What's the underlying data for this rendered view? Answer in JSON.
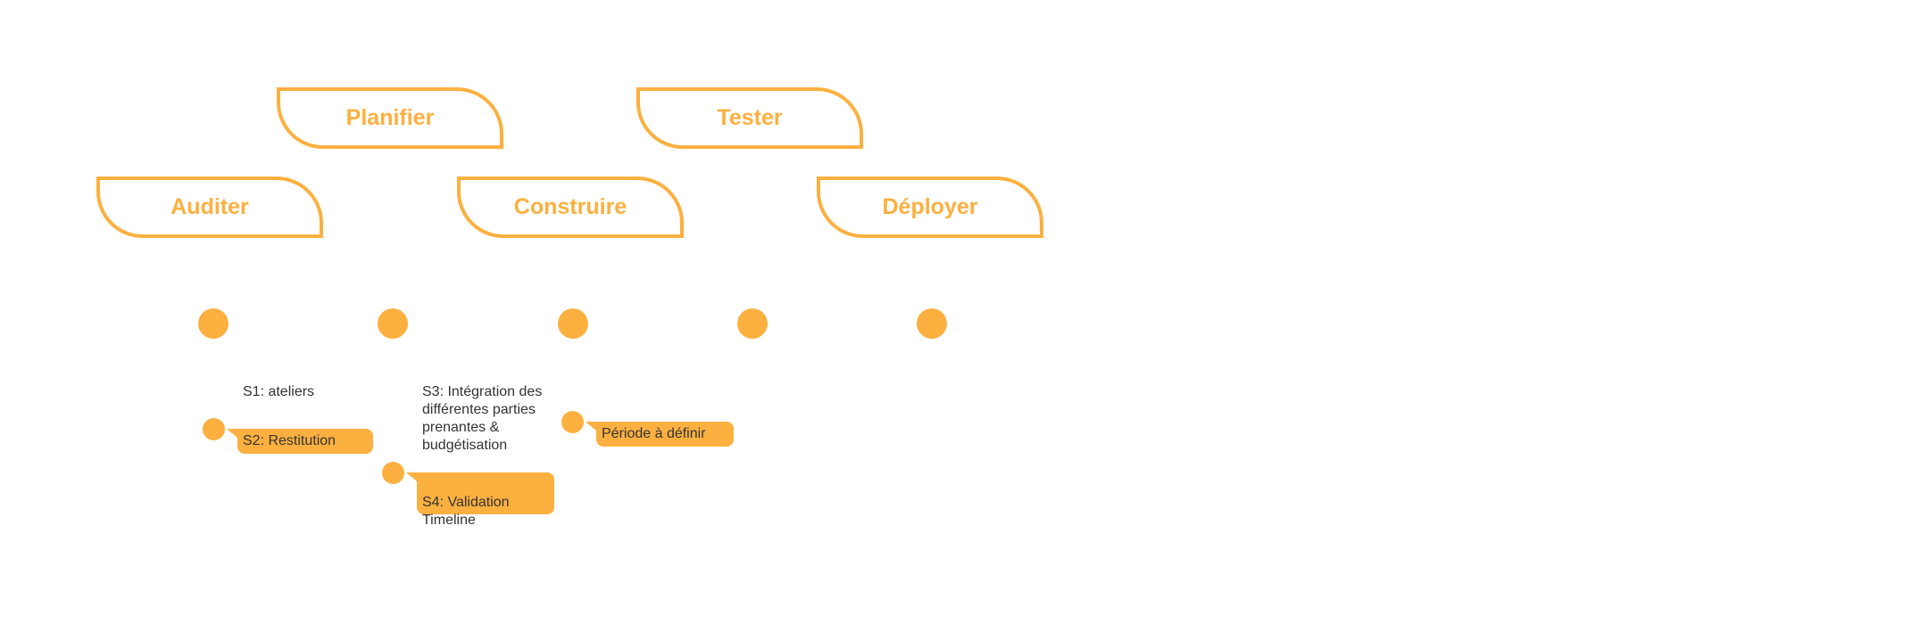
{
  "colors": {
    "accent": "#fcb040",
    "text": "#333333",
    "background": "#ffffff"
  },
  "phases": [
    {
      "label": "Auditer"
    },
    {
      "label": "Planifier"
    },
    {
      "label": "Construire"
    },
    {
      "label": "Tester"
    },
    {
      "label": "Déployer"
    }
  ],
  "milestones": {
    "notes": [
      {
        "text": "S1: ateliers"
      },
      {
        "text": "S3: Intégration des\ndifférentes parties\nprenantes &\nbudgétisation"
      }
    ],
    "callouts": [
      {
        "text": "S2: Restitution"
      },
      {
        "text": "S4: Validation\nTimeline"
      },
      {
        "text": "Période à définir"
      }
    ]
  }
}
